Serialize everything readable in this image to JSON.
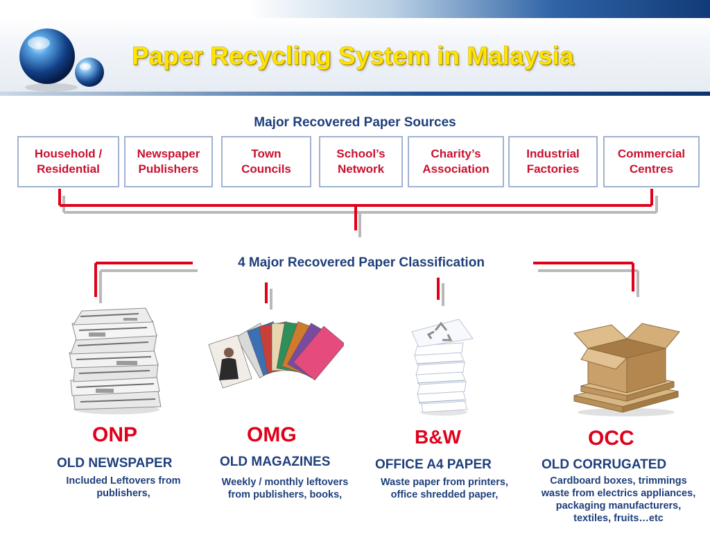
{
  "title": "Paper Recycling System in Malaysia",
  "sources_heading": "Major Recovered Paper Sources",
  "sources": [
    {
      "line1": "Household /",
      "line2": "Residential"
    },
    {
      "line1": "Newspaper",
      "line2": "Publishers"
    },
    {
      "line1": "Town",
      "line2": "Councils"
    },
    {
      "line1": "School’s",
      "line2": "Network"
    },
    {
      "line1": "Charity’s",
      "line2": "Association"
    },
    {
      "line1": "Industrial",
      "line2": "Factories"
    },
    {
      "line1": "Commercial",
      "line2": "Centres"
    }
  ],
  "classification_heading": "4 Major Recovered Paper Classification",
  "classes": [
    {
      "abbr": "ONP",
      "name": "OLD NEWSPAPER",
      "desc1": "Included Leftovers from",
      "desc2": "publishers,"
    },
    {
      "abbr": "OMG",
      "name": "OLD MAGAZINES",
      "desc1": "Weekly / monthly leftovers",
      "desc2": "from publishers, books,"
    },
    {
      "abbr": "B&W",
      "name": "OFFICE A4 PAPER",
      "desc1": "Waste paper from printers,",
      "desc2": "office shredded paper,"
    },
    {
      "abbr": "OCC",
      "name": "OLD CORRUGATED",
      "desc1": "Cardboard boxes, trimmings",
      "desc2": "waste from electrics appliances,",
      "desc3": "packaging manufacturers,",
      "desc4": "textiles, fruits…etc"
    }
  ],
  "colors": {
    "accent_red": "#e0001a",
    "text_blue": "#1e3f7a",
    "title_yellow": "#ffe600",
    "box_border": "#9fb2d0"
  },
  "icons": [
    "globe-logo-icon",
    "newspaper-stack-icon",
    "magazine-fan-icon",
    "office-paper-stack-icon",
    "recycle-icon",
    "cardboard-boxes-icon"
  ]
}
